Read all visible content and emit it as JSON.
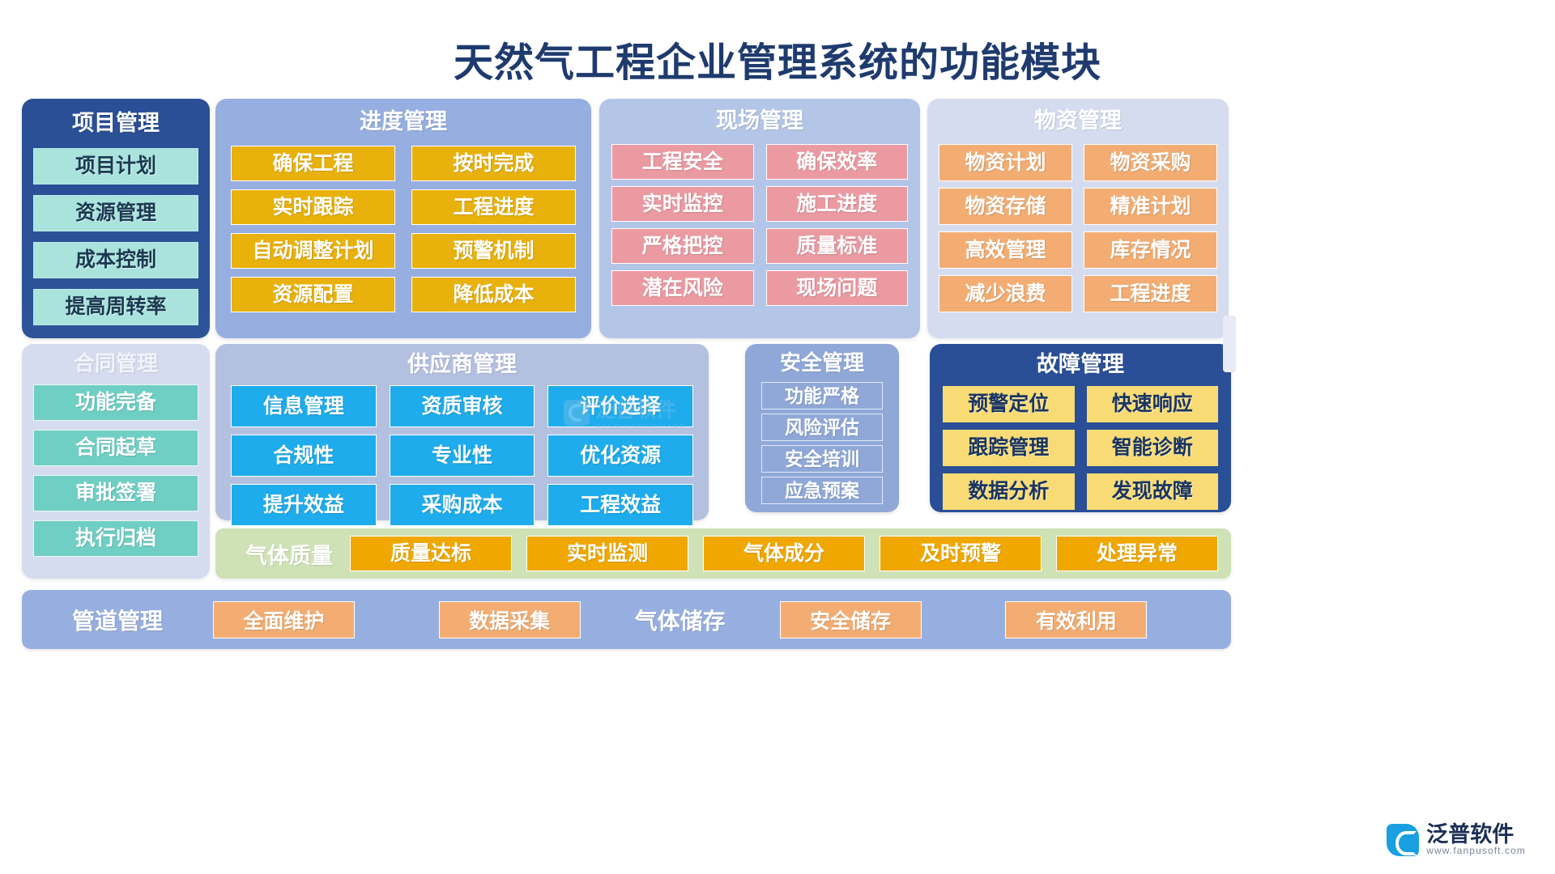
{
  "title": "天然气工程企业管理系统的功能模块",
  "cards": {
    "project": {
      "title": "项目管理",
      "items": [
        "项目计划",
        "资源管理",
        "成本控制",
        "提高周转率"
      ]
    },
    "contract": {
      "title": "合同管理",
      "items": [
        "功能完备",
        "合同起草",
        "审批签署",
        "执行归档"
      ]
    },
    "schedule": {
      "title": "进度管理",
      "items": [
        "确保工程",
        "按时完成",
        "实时跟踪",
        "工程进度",
        "自动调整计划",
        "预警机制",
        "资源配置",
        "降低成本"
      ]
    },
    "site": {
      "title": "现场管理",
      "items": [
        "工程安全",
        "确保效率",
        "实时监控",
        "施工进度",
        "严格把控",
        "质量标准",
        "潜在风险",
        "现场问题"
      ]
    },
    "material": {
      "title": "物资管理",
      "items": [
        "物资计划",
        "物资采购",
        "物资存储",
        "精准计划",
        "高效管理",
        "库存情况",
        "减少浪费",
        "工程进度"
      ]
    },
    "supplier": {
      "title": "供应商管理",
      "items": [
        "信息管理",
        "资质审核",
        "评价选择",
        "合规性",
        "专业性",
        "优化资源",
        "提升效益",
        "采购成本",
        "工程效益"
      ]
    },
    "safety": {
      "title": "安全管理",
      "items": [
        "功能严格",
        "风险评估",
        "安全培训",
        "应急预案"
      ]
    },
    "fault": {
      "title": "故障管理",
      "items": [
        "预警定位",
        "快速响应",
        "跟踪管理",
        "智能诊断",
        "数据分析",
        "发现故障"
      ]
    }
  },
  "gas_quality": {
    "title": "气体质量",
    "items": [
      "质量达标",
      "实时监测",
      "气体成分",
      "及时预警",
      "处理异常"
    ]
  },
  "bottom_bar": {
    "pipeline_label": "管道管理",
    "storage_label": "气体储存",
    "items": [
      "全面维护",
      "数据采集",
      "安全储存",
      "有效利用"
    ]
  },
  "watermark": {
    "main": "泛普软件",
    "sub": "FANPU SOFTWARE"
  },
  "brand": {
    "name_cn": "泛普软件",
    "name_en": "www.fanpusoft.com"
  },
  "colors": {
    "title": "#1f3b6e",
    "project_card": "#2a4f96",
    "project_chip": "#a9e3dc",
    "contract_card": "#d6dcf0",
    "contract_chip": "#6fcfc4",
    "schedule_card": "#97afe0",
    "schedule_chip": "#e9b10c",
    "site_card": "#b4c6e7",
    "site_chip": "#eb9aa2",
    "material_card": "#d6dcf0",
    "material_chip": "#f3ad72",
    "supplier_card": "#b4c0e0",
    "supplier_chip": "#1eacec",
    "safety_card": "#8fa8d8",
    "fault_card": "#2a4f96",
    "fault_chip": "#f8db74",
    "gas_quality_band": "#cfe2b5",
    "gas_quality_chip": "#f0a800",
    "bottom_bar": "#97afe0",
    "bottom_chip": "#f3ad72"
  }
}
